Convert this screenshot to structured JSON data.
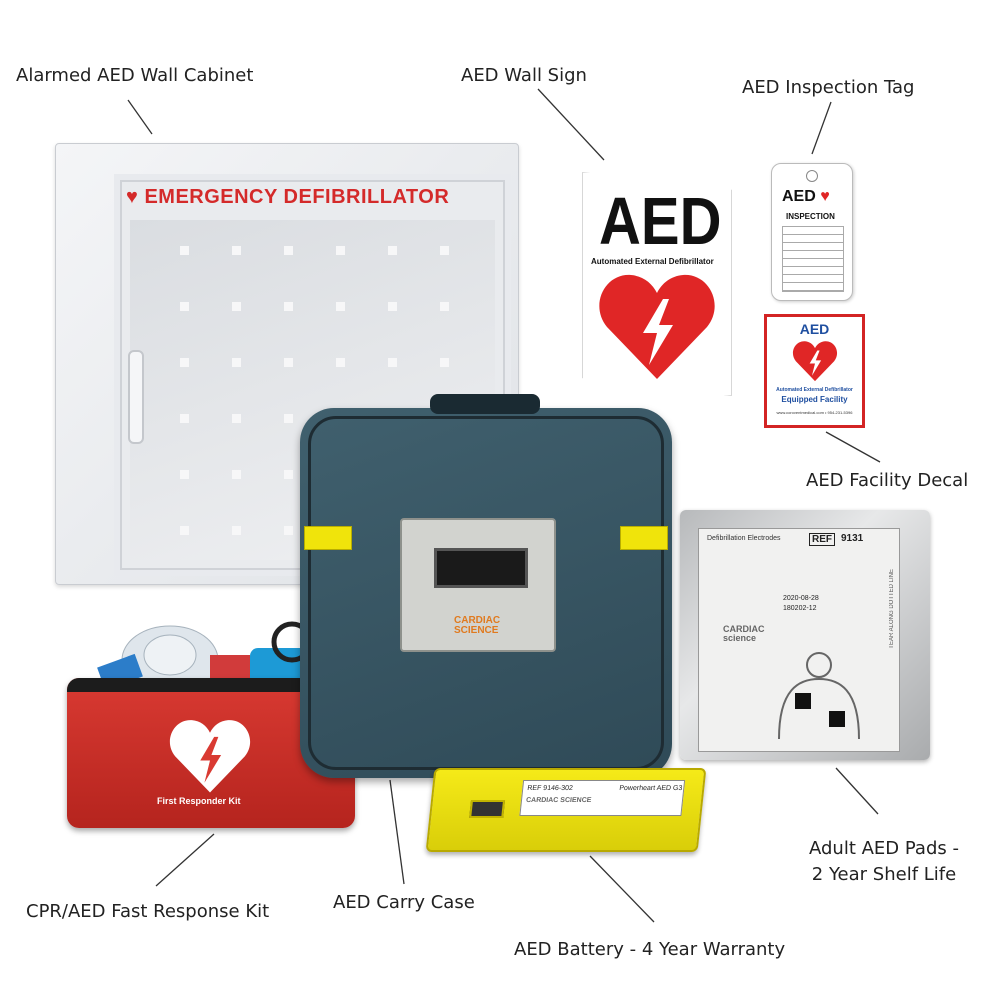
{
  "labels": {
    "cabinet": "Alarmed AED Wall Cabinet",
    "wall_sign": "AED Wall Sign",
    "inspection_tag": "AED Inspection Tag",
    "facility_decal": "AED Facility Decal",
    "pads_line1": "Adult AED Pads -",
    "pads_line2": "2 Year Shelf Life",
    "kit": "CPR/AED Fast Response Kit",
    "carry_case": "AED Carry Case",
    "battery": "AED Battery - 4 Year Warranty"
  },
  "cabinet": {
    "door_text": "EMERGENCY DEFIBRILLATOR"
  },
  "wall_sign": {
    "big_text": "AED",
    "sub_text": "Automated External Defibrillator"
  },
  "tag": {
    "title": "AED",
    "subtitle": "INSPECTION"
  },
  "decal": {
    "title": "AED",
    "sub_text": "Automated External Defibrillator",
    "equipped": "Equipped Facility",
    "url": "www.coroventmedical.com • 954-231-5396"
  },
  "case": {
    "brand_line1": "CARDIAC",
    "brand_line2": "SCIENCE"
  },
  "pads": {
    "title": "Defibrillation Electrodes",
    "ref": "REF",
    "ref_number": "9131",
    "date": "2020-08-28",
    "lot": "180202-12",
    "brand_line1": "CARDIAC",
    "brand_line2": "science",
    "tear": "TEAR ALONG DOTTED LINE"
  },
  "battery": {
    "ref": "REF 9146-302",
    "brand": "CARDIAC SCIENCE",
    "name": "Powerheart AED G3"
  },
  "kit": {
    "label": "First Responder Kit"
  },
  "colors": {
    "red": "#d42a2a",
    "yellow": "#f0e40b",
    "case_teal": "#3a5866",
    "decal_blue": "#1f4fa0"
  }
}
